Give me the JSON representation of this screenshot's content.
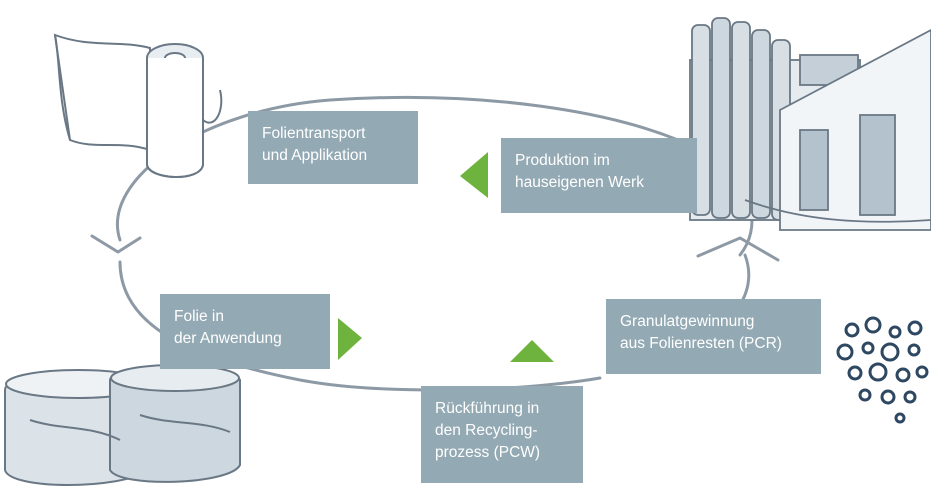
{
  "diagram": {
    "steps": [
      {
        "id": "transport",
        "lines": [
          "Folientransport",
          "und Applikation"
        ]
      },
      {
        "id": "production",
        "lines": [
          "Produktion im",
          "hauseigenen Werk"
        ]
      },
      {
        "id": "usage",
        "lines": [
          "Folie in",
          "der Anwendung"
        ]
      },
      {
        "id": "granulate",
        "lines": [
          "Granulatgewinnung",
          "aus Folienresten (PCR)"
        ]
      },
      {
        "id": "return",
        "lines": [
          "Rückführung in",
          "den Recycling-",
          "prozess (PCW)"
        ]
      }
    ],
    "colors": {
      "box": "#93a9b4",
      "box_text": "#ffffff",
      "arrow_green": "#6fb33f",
      "sketch_line": "#7c8c9a",
      "granule": "#2e4862"
    },
    "icons": [
      "film-roll-icon",
      "factory-icon",
      "wrapped-bales-icon",
      "granules-icon"
    ]
  }
}
